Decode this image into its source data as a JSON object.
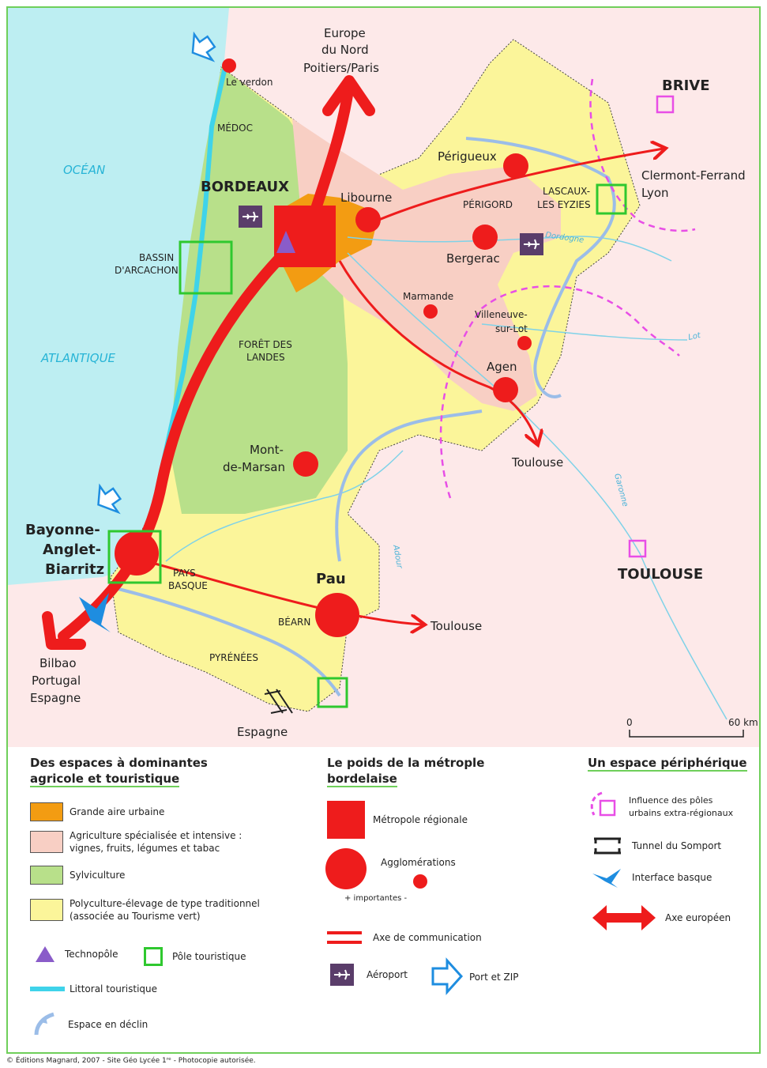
{
  "map": {
    "labels": {
      "ocean1": "OCÉAN",
      "ocean2": "ATLANTIQUE",
      "bordeaux": "BORDEAUX",
      "verdon": "Le verdon",
      "medoc": "MÉDOC",
      "bassin1": "BASSIN",
      "bassin2": "D'ARCACHON",
      "foret1": "FORÊT DES",
      "foret2": "LANDES",
      "libourne": "Libourne",
      "perigueux": "Périgueux",
      "perigord": "PÉRIGORD",
      "bergerac": "Bergerac",
      "lascaux1": "LASCAUX-",
      "lascaux2": "LES EYZIES",
      "marmande": "Marmande",
      "villeneuve1": "Villeneuve-",
      "villeneuve2": "sur-Lot",
      "agen": "Agen",
      "montmarsan1": "Mont-",
      "montmarsan2": "de-Marsan",
      "bayonne1": "Bayonne-",
      "bayonne2": "Anglet-",
      "bayonne3": "Biarritz",
      "paysbasque1": "PAYS",
      "paysbasque2": "BASQUE",
      "pau": "Pau",
      "bearn": "BÉARN",
      "pyrenees": "PYRÉNÉES",
      "espagne": "Espagne",
      "europe1": "Europe",
      "europe2": "du Nord",
      "europe3": "Poitiers/Paris",
      "brive": "BRIVE",
      "clermont1": "Clermont-Ferrand",
      "clermont2": "Lyon",
      "toulouse_agen": "Toulouse",
      "toulouse_pau": "Toulouse",
      "toulouse_city": "TOULOUSE",
      "bilbao1": "Bilbao",
      "bilbao2": "Portugal",
      "bilbao3": "Espagne",
      "dordogne": "Dordogne",
      "lot": "Lot",
      "garonne": "Garonne",
      "adour": "Adour",
      "scale0": "0",
      "scale60": "60 km"
    }
  },
  "legend": {
    "col1": {
      "title_line1": "Des espaces à dominantes",
      "title_line2": "agricole et touristique",
      "items": [
        {
          "label": "Grande aire urbaine",
          "color": "#f39c12"
        },
        {
          "label_line1": "Agriculture spécialisée et intensive :",
          "label_line2": "vignes, fruits, légumes et tabac",
          "color": "#f8cfc4"
        },
        {
          "label": "Sylviculture",
          "color": "#b8e08a"
        },
        {
          "label_line1": "Polyculture-élevage de type traditionnel",
          "label_line2": "(associée au Tourisme vert)",
          "color": "#fbf59a"
        }
      ],
      "technopole": "Technopôle",
      "pole_touristique": "Pôle touristique",
      "littoral": "Littoral touristique",
      "declin": "Espace en déclin"
    },
    "col2": {
      "title_line1": "Le poids de la métrople",
      "title_line2": "bordelaise",
      "metropole": "Métropole régionale",
      "agglomerations": "Agglomérations",
      "plus": "+ importantes -",
      "axe": "Axe de communication",
      "aeroport": "Aéroport",
      "port": "Port et ZIP"
    },
    "col3": {
      "title": "Un espace périphérique",
      "influence_line1": "Influence des pôles",
      "influence_line2": "urbains extra-régionaux",
      "tunnel": "Tunnel du Somport",
      "interface": "Interface basque",
      "axe_europeen": "Axe européen"
    }
  },
  "colors": {
    "red": "#ee1c1c",
    "sea": "#bdeef2",
    "land_outside": "#fde9e9",
    "yellow": "#fbf59a",
    "green": "#b8e08a",
    "pink": "#f8cfc4",
    "orange": "#f39c12",
    "touristic": "#2fc82f",
    "purple": "#8a5cc9",
    "magenta": "#e84ee6",
    "blue": "#1e8de0"
  },
  "credit": "© Éditions Magnard, 2007 - Site Géo Lycée 1ʳᵉ - Photocopie autorisée."
}
